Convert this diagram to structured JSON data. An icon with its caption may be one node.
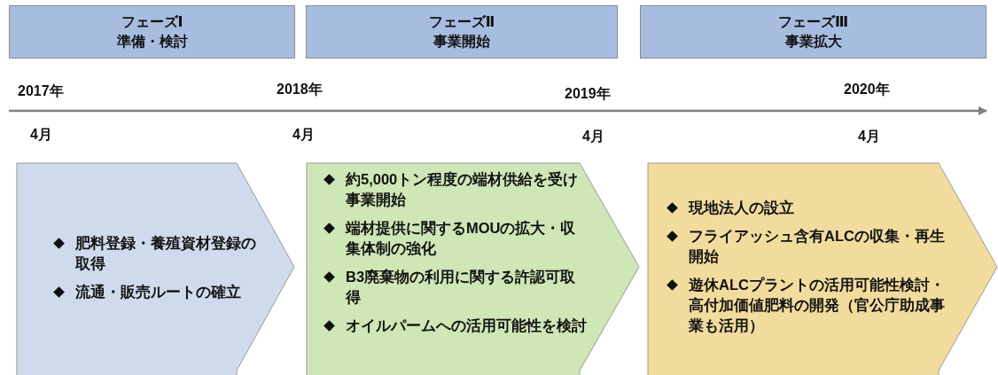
{
  "diagram": {
    "nodes": [
      {
        "text": [
          "フェーズⅠ",
          "準備・検討"
        ]
      },
      {
        "text": [
          "フェーズⅡ",
          "事業開始"
        ]
      },
      {
        "text": [
          "フェーズⅢ",
          "事業拡大"
        ]
      },
      {
        "text": [
          "肥料登録・養殖資材登録の取得",
          "流通・販売ルートの確立"
        ]
      },
      {
        "text": [
          "約5,000トン程度の端材供給を受け事業開始",
          "端材提供に関するMOUの拡大・収集体制の強化",
          "B3廃棄物の利用に関する許認可取得",
          "オイルパームへの活用可能性を検討"
        ]
      },
      {
        "text": [
          "現地法人の設立",
          "フライアッシュ含有ALCの収集・再生開始",
          "遊休ALCプラントの活用可能性検討・高付加価値肥料の開発（官公庁助成事業も活用）"
        ]
      }
    ],
    "labels": [
      "2017年",
      "2018年",
      "2019年",
      "2020年",
      "4月",
      "4月",
      "4月",
      "4月"
    ]
  }
}
